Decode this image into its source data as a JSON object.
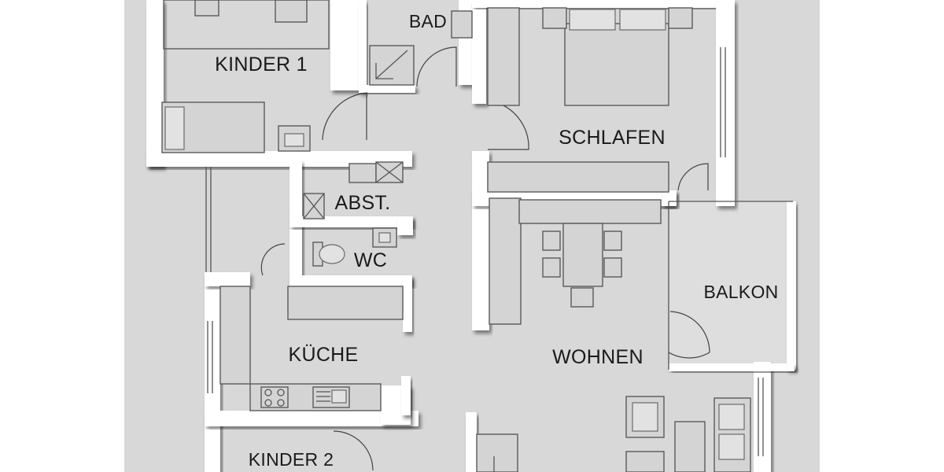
{
  "colors": {
    "background": "#ffffff",
    "floor": "#d8d8d8",
    "wall": "#ffffff",
    "furniture": "#d4d4d4",
    "outline": "#5a5a5a",
    "text": "#1a1a1a"
  },
  "rooms": {
    "kinder1": "KINDER 1",
    "bad": "BAD",
    "schlafen": "SCHLAFEN",
    "abst": "ABST.",
    "wc": "WC",
    "balkon": "BALKON",
    "kueche": "KÜCHE",
    "wohnen": "WOHNEN",
    "kinder2": "KINDER 2"
  }
}
